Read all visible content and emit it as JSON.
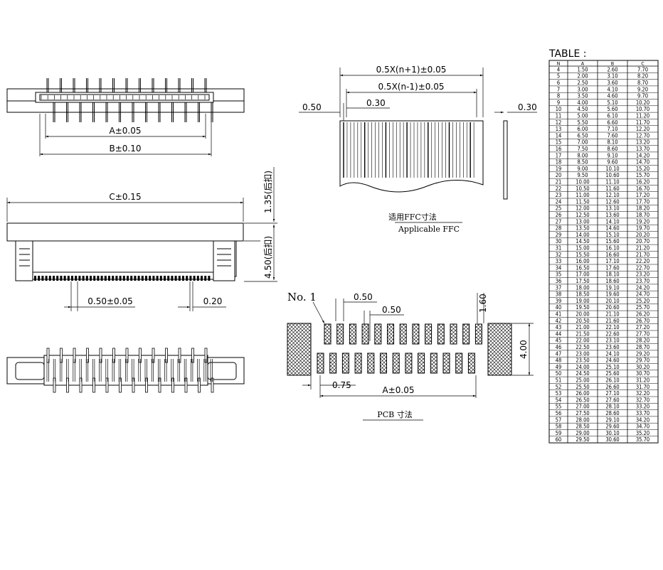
{
  "top_view": {
    "dim_a": "A±0.05",
    "dim_b": "B±0.10"
  },
  "side_view": {
    "dim_c": "C±0.15",
    "dim_135": "1.35(后扣)",
    "dim_450": "4.50(后扣)",
    "dim_pitch": "0.50±0.05",
    "dim_020": "0.20"
  },
  "ffc": {
    "dim_np1": "0.5X(n+1)±0.05",
    "dim_nm1": "0.5X(n-1)±0.05",
    "dim_050": "0.50",
    "dim_030": "0.30",
    "dim_030_side": "0.30",
    "caption_cn": "适用FFC寸法",
    "caption_en": "Applicable FFC"
  },
  "pcb": {
    "no1": "No. 1",
    "dim_050_a": "0.50",
    "dim_050_b": "0.50",
    "dim_160": "1.60",
    "dim_400": "4.00",
    "dim_075": "0.75",
    "dim_a": "A±0.05",
    "caption": "PCB  寸法"
  },
  "table": {
    "title": "TABLE :",
    "headers": [
      "N",
      "A",
      "B",
      "C"
    ],
    "rows": [
      [
        "4",
        "1.50",
        "2.60",
        "7.70"
      ],
      [
        "5",
        "2.00",
        "3.10",
        "8.20"
      ],
      [
        "6",
        "2.50",
        "3.60",
        "8.70"
      ],
      [
        "7",
        "3.00",
        "4.10",
        "9.20"
      ],
      [
        "8",
        "3.50",
        "4.60",
        "9.70"
      ],
      [
        "9",
        "4.00",
        "5.10",
        "10.20"
      ],
      [
        "10",
        "4.50",
        "5.60",
        "10.70"
      ],
      [
        "11",
        "5.00",
        "6.10",
        "11.20"
      ],
      [
        "12",
        "5.50",
        "6.60",
        "11.70"
      ],
      [
        "13",
        "6.00",
        "7.10",
        "12.20"
      ],
      [
        "14",
        "6.50",
        "7.60",
        "12.70"
      ],
      [
        "15",
        "7.00",
        "8.10",
        "13.20"
      ],
      [
        "16",
        "7.50",
        "8.60",
        "13.70"
      ],
      [
        "17",
        "8.00",
        "9.10",
        "14.20"
      ],
      [
        "18",
        "8.50",
        "9.60",
        "14.70"
      ],
      [
        "19",
        "9.00",
        "10.10",
        "15.20"
      ],
      [
        "20",
        "9.50",
        "10.60",
        "15.70"
      ],
      [
        "21",
        "10.00",
        "11.10",
        "16.20"
      ],
      [
        "22",
        "10.50",
        "11.60",
        "16.70"
      ],
      [
        "23",
        "11.00",
        "12.10",
        "17.20"
      ],
      [
        "24",
        "11.50",
        "12.60",
        "17.70"
      ],
      [
        "25",
        "12.00",
        "13.10",
        "18.20"
      ],
      [
        "26",
        "12.50",
        "13.60",
        "18.70"
      ],
      [
        "27",
        "13.00",
        "14.10",
        "19.20"
      ],
      [
        "28",
        "13.50",
        "14.60",
        "19.70"
      ],
      [
        "29",
        "14.00",
        "15.10",
        "20.20"
      ],
      [
        "30",
        "14.50",
        "15.60",
        "20.70"
      ],
      [
        "31",
        "15.00",
        "16.10",
        "21.20"
      ],
      [
        "32",
        "15.50",
        "16.60",
        "21.70"
      ],
      [
        "33",
        "16.00",
        "17.10",
        "22.20"
      ],
      [
        "34",
        "16.50",
        "17.60",
        "22.70"
      ],
      [
        "35",
        "17.00",
        "18.10",
        "23.20"
      ],
      [
        "36",
        "17.50",
        "18.60",
        "23.70"
      ],
      [
        "37",
        "18.00",
        "19.10",
        "24.20"
      ],
      [
        "38",
        "18.50",
        "19.60",
        "24.70"
      ],
      [
        "39",
        "19.00",
        "20.10",
        "25.20"
      ],
      [
        "40",
        "19.50",
        "20.60",
        "25.70"
      ],
      [
        "41",
        "20.00",
        "21.10",
        "26.20"
      ],
      [
        "42",
        "20.50",
        "21.60",
        "26.70"
      ],
      [
        "43",
        "21.00",
        "22.10",
        "27.20"
      ],
      [
        "44",
        "21.50",
        "22.60",
        "27.70"
      ],
      [
        "45",
        "22.00",
        "23.10",
        "28.20"
      ],
      [
        "46",
        "22.50",
        "23.60",
        "28.70"
      ],
      [
        "47",
        "23.00",
        "24.10",
        "29.20"
      ],
      [
        "48",
        "23.50",
        "24.60",
        "29.70"
      ],
      [
        "49",
        "24.00",
        "25.10",
        "30.20"
      ],
      [
        "50",
        "24.50",
        "25.60",
        "30.70"
      ],
      [
        "51",
        "25.00",
        "26.10",
        "31.20"
      ],
      [
        "52",
        "25.50",
        "26.60",
        "31.70"
      ],
      [
        "53",
        "26.00",
        "27.10",
        "32.20"
      ],
      [
        "54",
        "26.50",
        "27.60",
        "32.70"
      ],
      [
        "55",
        "27.00",
        "28.10",
        "33.20"
      ],
      [
        "56",
        "27.50",
        "28.60",
        "33.70"
      ],
      [
        "57",
        "28.00",
        "29.10",
        "34.20"
      ],
      [
        "58",
        "28.50",
        "29.60",
        "34.70"
      ],
      [
        "59",
        "29.00",
        "30.10",
        "35.20"
      ],
      [
        "60",
        "29.50",
        "30.60",
        "35.70"
      ]
    ]
  }
}
